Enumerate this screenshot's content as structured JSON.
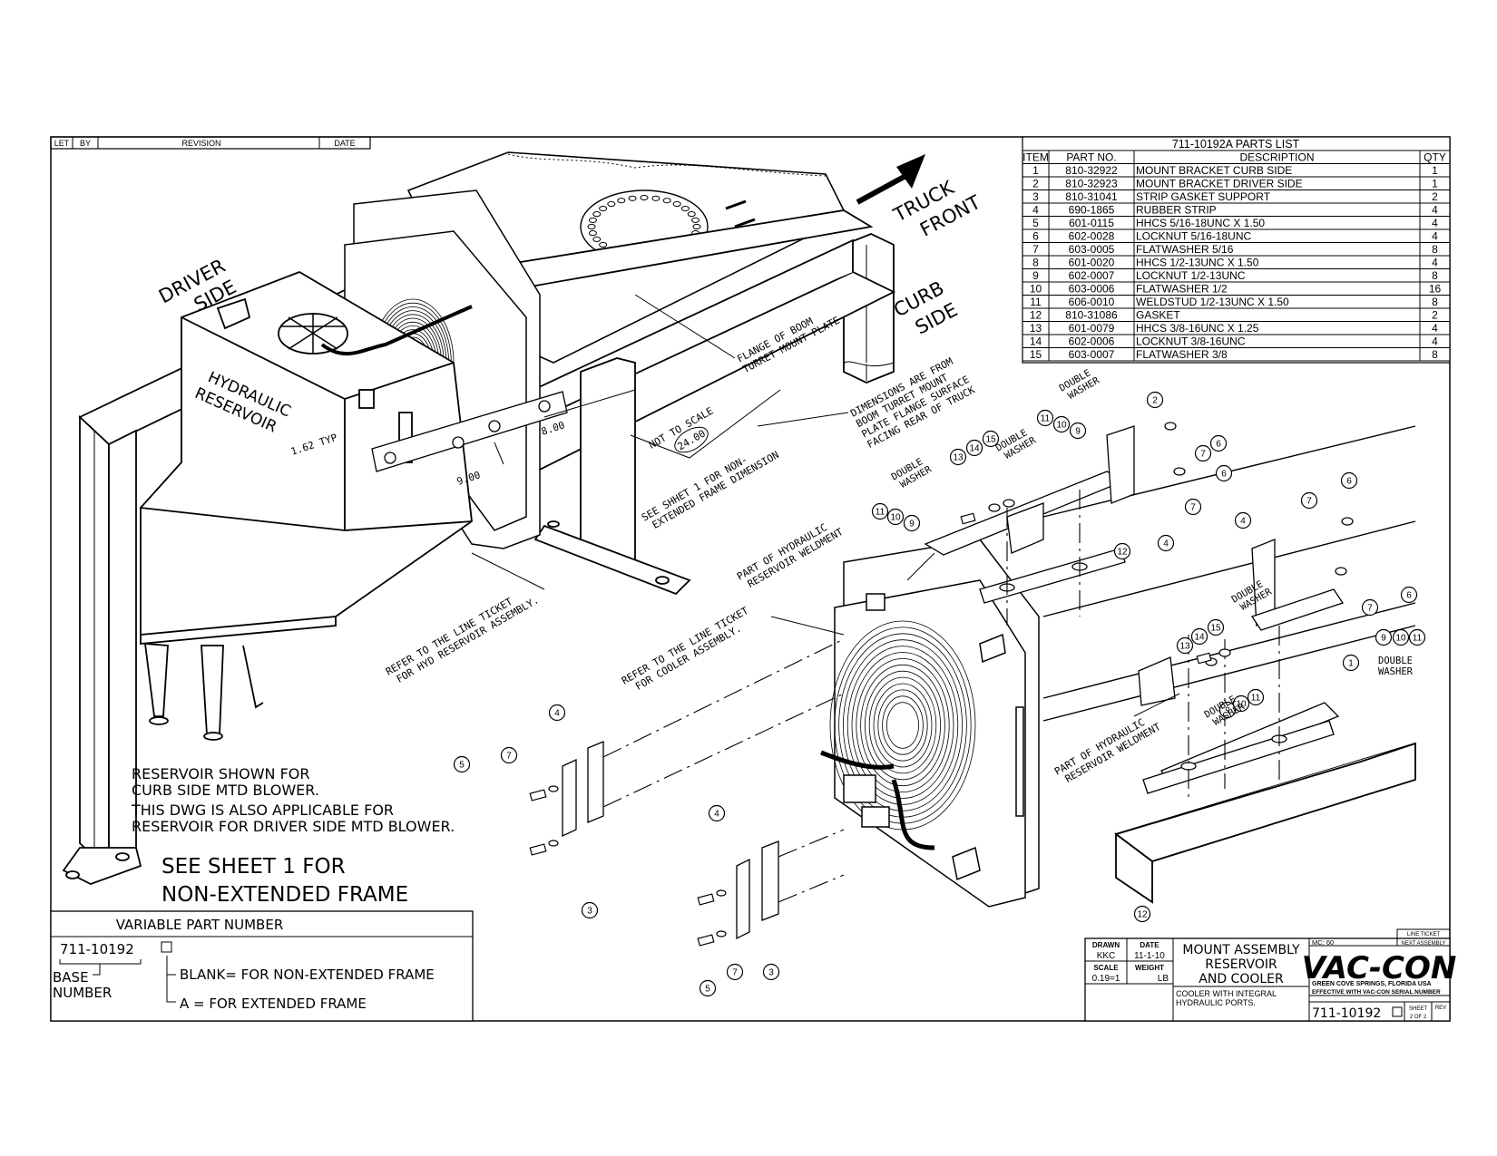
{
  "revision_block": {
    "ltr": "LET",
    "by": "BY",
    "revision": "REVISION",
    "date": "DATE"
  },
  "parts_list": {
    "title": "711-10192A PARTS LIST",
    "headers": [
      "ITEM",
      "PART NO.",
      "DESCRIPTION",
      "QTY"
    ],
    "rows": [
      [
        "1",
        "810-32922",
        "MOUNT BRACKET CURB SIDE",
        "1"
      ],
      [
        "2",
        "810-32923",
        "MOUNT BRACKET DRIVER SIDE",
        "1"
      ],
      [
        "3",
        "810-31041",
        "STRIP GASKET SUPPORT",
        "2"
      ],
      [
        "4",
        "690-1865",
        "RUBBER STRIP",
        "4"
      ],
      [
        "5",
        "601-0115",
        "HHCS 5/16-18UNC X 1.50",
        "4"
      ],
      [
        "6",
        "602-0028",
        "LOCKNUT 5/16-18UNC",
        "4"
      ],
      [
        "7",
        "603-0005",
        "FLATWASHER 5/16",
        "8"
      ],
      [
        "8",
        "601-0020",
        "HHCS 1/2-13UNC X 1.50",
        "4"
      ],
      [
        "9",
        "602-0007",
        "LOCKNUT 1/2-13UNC",
        "8"
      ],
      [
        "10",
        "603-0006",
        "FLATWASHER 1/2",
        "16"
      ],
      [
        "11",
        "606-0010",
        "WELDSTUD 1/2-13UNC X 1.50",
        "8"
      ],
      [
        "12",
        "810-31086",
        "GASKET",
        "2"
      ],
      [
        "13",
        "601-0079",
        "HHCS 3/8-16UNC X 1.25",
        "4"
      ],
      [
        "14",
        "602-0006",
        "LOCKNUT 3/8-16UNC",
        "4"
      ],
      [
        "15",
        "603-0007",
        "FLATWASHER 3/8",
        "8"
      ]
    ]
  },
  "labels": {
    "driver_side": [
      "DRIVER",
      "SIDE"
    ],
    "truck_front": [
      "TRUCK",
      "FRONT"
    ],
    "curb_side": [
      "CURB",
      "SIDE"
    ],
    "hydraulic_reservoir": [
      "HYDRAULIC",
      "RESERVOIR"
    ],
    "flange": [
      "FLANGE OF BOOM",
      "TURRET MOUNT PLATE"
    ],
    "dimensions_note": [
      "DIMENSIONS ARE FROM",
      "BOOM TURRET MOUNT",
      "PLATE FLANGE SURFACE",
      "FACING REAR OF TRUCK"
    ],
    "not_to_scale": "NOT TO SCALE",
    "dim_24": "24.00",
    "dim_8": "8.00",
    "dim_9": "9.00",
    "dim_162": "1.62 TYP",
    "see_sheet1_dim": [
      "SEE SHHET 1 FOR NON-",
      "EXTENDED FRAME DIMENSION"
    ],
    "part_hyd_weldment": [
      "PART OF HYDRAULIC",
      "RESERVOIR WELDMENT"
    ],
    "refer_hyd": [
      "REFER TO THE LINE TICKET",
      "FOR HYD RESERVOIR ASSEMBLY."
    ],
    "refer_cooler": [
      "REFER TO THE LINE TICKET",
      "FOR COOLER ASSEMBLY."
    ],
    "double_washer": [
      "DOUBLE",
      "WASHER"
    ],
    "notes": [
      "RESERVOIR SHOWN FOR",
      "CURB SIDE MTD BLOWER.",
      "THIS DWG IS ALSO APPLICABLE FOR",
      "RESERVOIR FOR DRIVER SIDE MTD BLOWER."
    ],
    "see_sheet_big": [
      "SEE SHEET 1 FOR",
      "NON-EXTENDED FRAME"
    ]
  },
  "variable_part": {
    "title": "VARIABLE PART NUMBER",
    "number": "711-10192",
    "base_label": [
      "BASE",
      "NUMBER"
    ],
    "blank_option": "BLANK= FOR NON-EXTENDED FRAME",
    "a_option": "A = FOR EXTENDED FRAME"
  },
  "title_block": {
    "drawn_label": "DRAWN",
    "drawn_value": "KKC",
    "date_label": "DATE",
    "date_value": "11-1-10",
    "scale_label": "SCALE",
    "scale_value": "0.19=1",
    "weight_label": "WEIGHT",
    "weight_unit": "LB",
    "title_lines": [
      "MOUNT ASSEMBLY",
      "RESERVOIR",
      "AND COOLER"
    ],
    "subtitle_lines": [
      "COOLER WITH INTEGRAL",
      "HYDRAULIC PORTS."
    ],
    "mc": "MC: 60",
    "line_ticket": "LINE TICKET",
    "next_assembly": "NEXT ASSEMBLY",
    "company": "VAC-CON",
    "location": "GREEN COVE SPRINGS, FLORIDA USA",
    "effective": "EFFECTIVE WITH VAC-CON SERIAL NUMBER",
    "drawing_number": "711-10192",
    "sheet_label": "SHEET",
    "sheet_value": "2 OF 2",
    "rev_label": "REV"
  }
}
